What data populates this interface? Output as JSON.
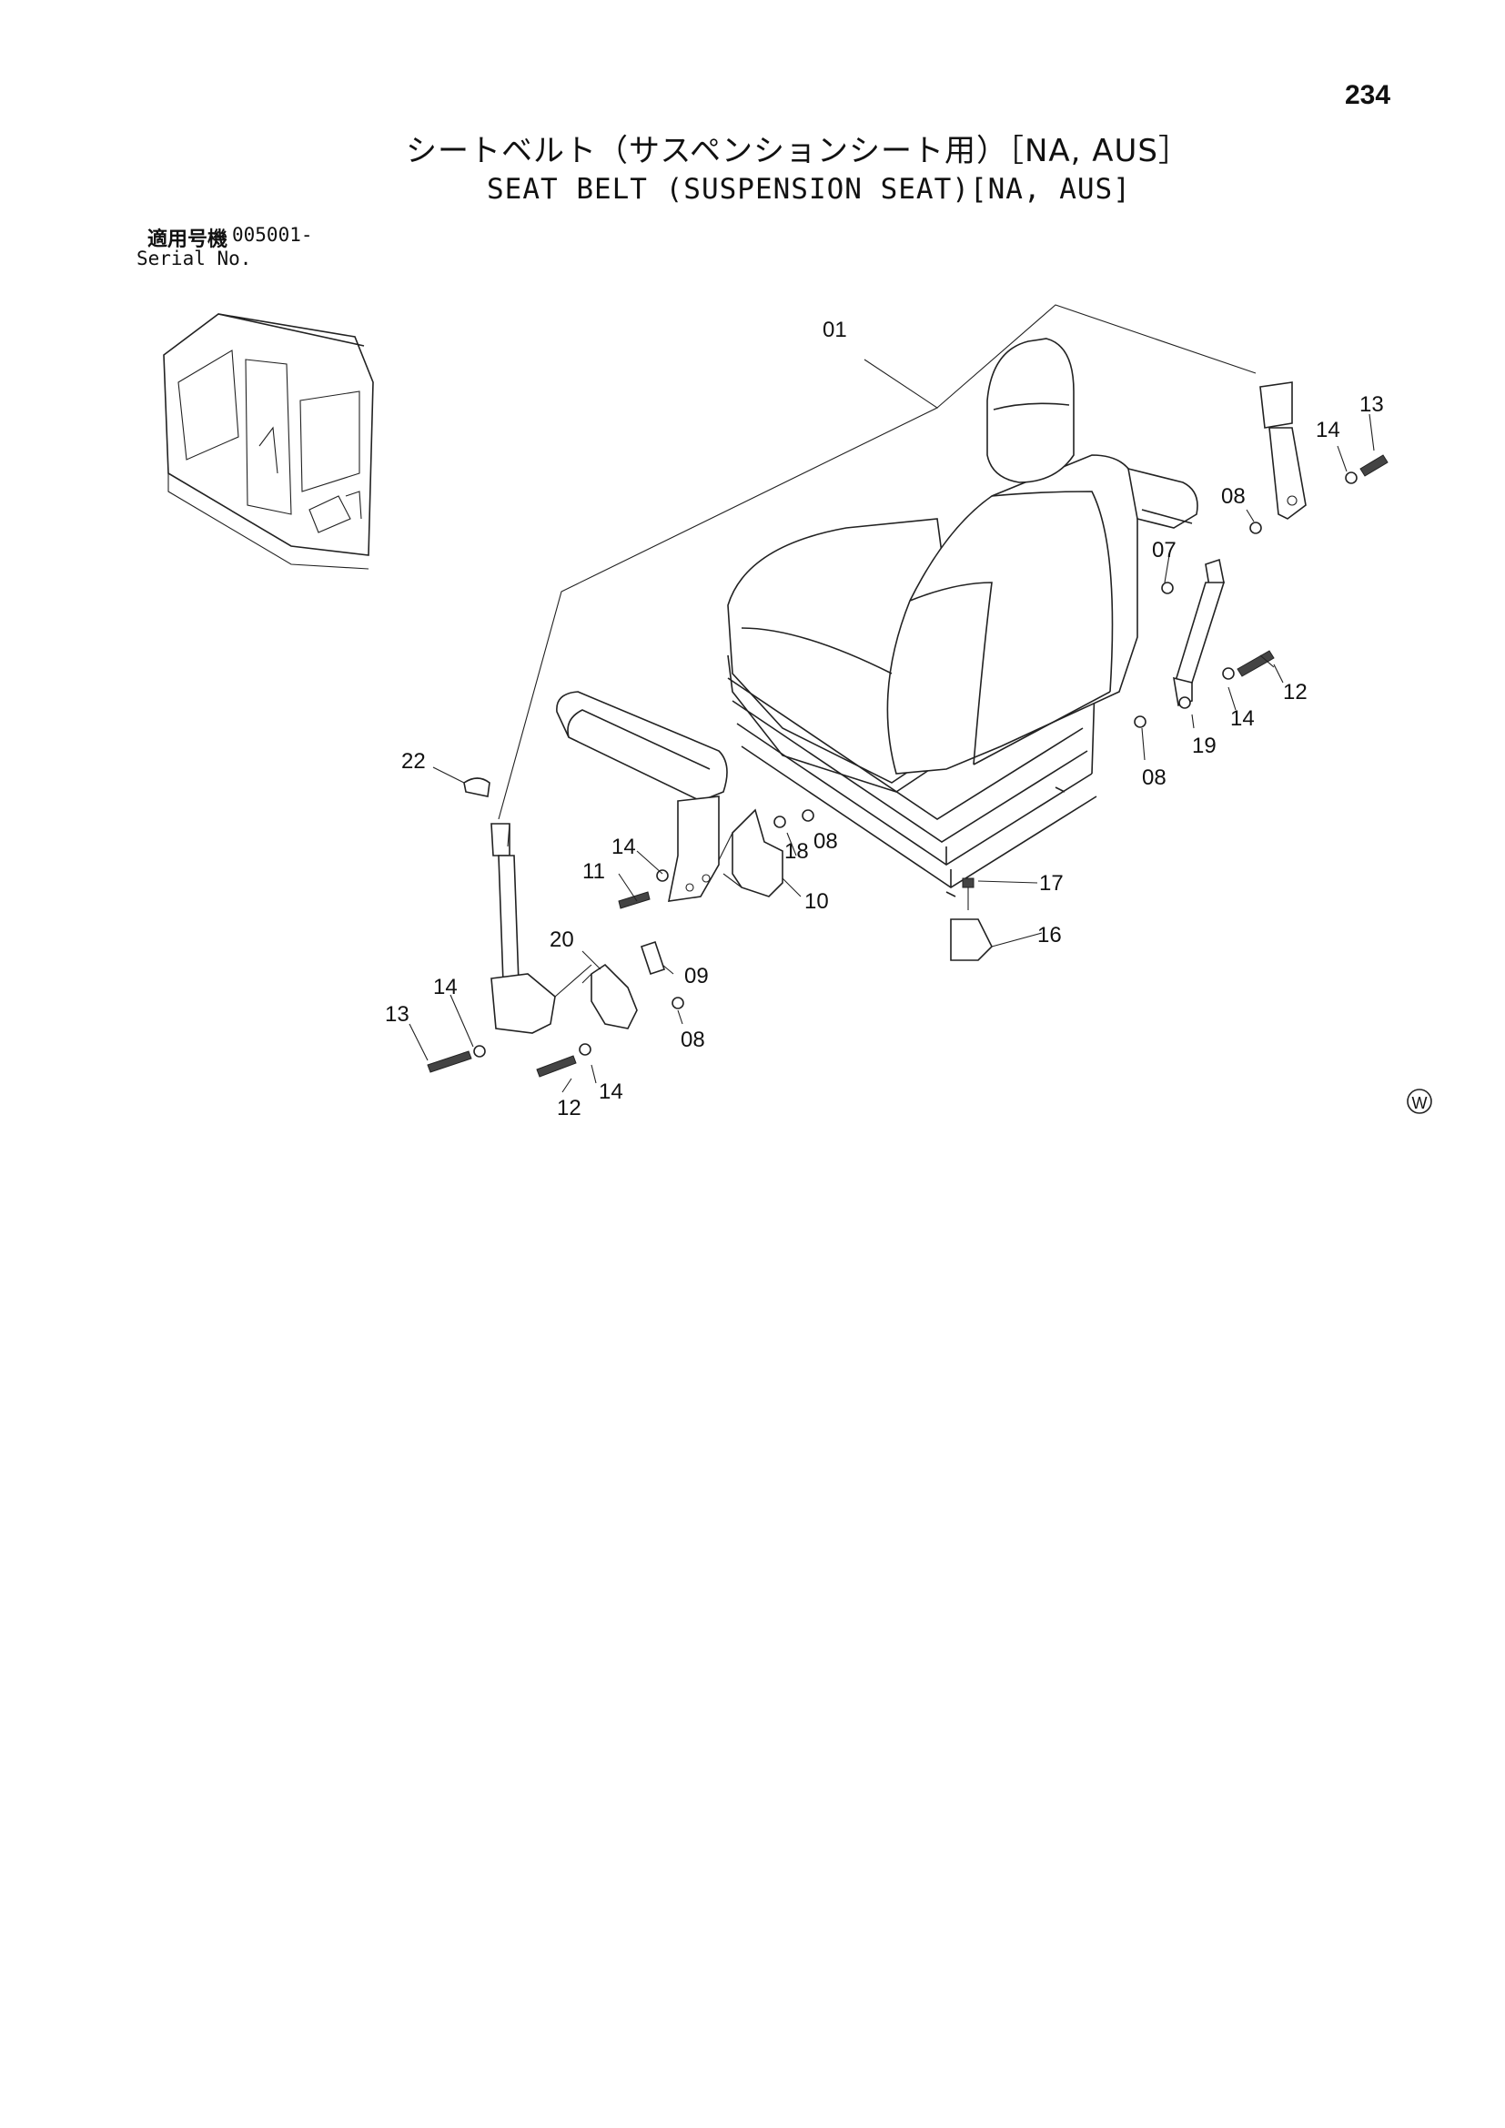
{
  "page_number": "234",
  "title_jp": "シートベルト（サスペンションシート用）［NA, AUS］",
  "title_en": "SEAT BELT (SUSPENSION SEAT)[NA, AUS]",
  "serial": {
    "label_jp": "適用号機",
    "value": "005001-",
    "label_en": "Serial No."
  },
  "callouts": {
    "c01": "01",
    "c07": "07",
    "c08a": "08",
    "c08b": "08",
    "c08c": "08",
    "c08d": "08",
    "c09": "09",
    "c10": "10",
    "c11": "11",
    "c12a": "12",
    "c12b": "12",
    "c13a": "13",
    "c13b": "13",
    "c14a": "14",
    "c14b": "14",
    "c14c": "14",
    "c14d": "14",
    "c14e": "14",
    "c16": "16",
    "c17": "17",
    "c18": "18",
    "c19": "19",
    "c20": "20",
    "c22": "22"
  },
  "mark": "W"
}
